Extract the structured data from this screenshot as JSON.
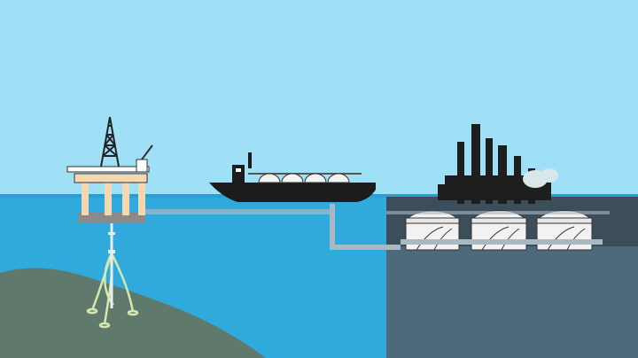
{
  "scene": {
    "colors": {
      "sky": "#9fe0f7",
      "sea": "#30a9dc",
      "sea_surface": "#2a9fd5",
      "seabed": "#5f7a6c",
      "shore": "#4c6a7c",
      "shore_top": "#3b4e5a",
      "pipe": "#a9b8c3",
      "platform_beam": "#f4d9b0",
      "platform_deck": "#8a8a8a",
      "wellhead_lines": "#d6e7b0",
      "ship_hull": "#1c1c1c",
      "tank": "#f2f2f2",
      "refinery": "#1e1e1e",
      "smoke": "#d9e6ea"
    },
    "objects": [
      "offshore-platform",
      "subsea-wellhead",
      "lng-carrier-ship",
      "transfer-pipeline",
      "lng-storage-tanks",
      "refinery"
    ]
  }
}
